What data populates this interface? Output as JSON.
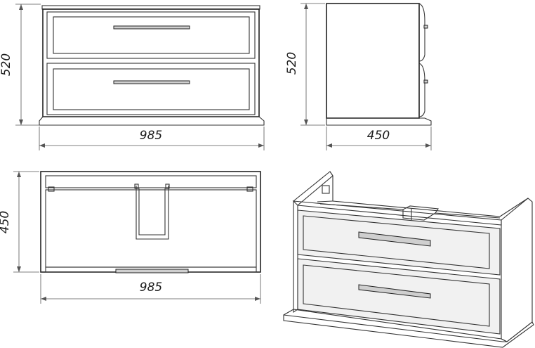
{
  "dimensions": {
    "front_width": "985",
    "front_height": "520",
    "side_depth": "450",
    "side_height": "520",
    "top_width": "985",
    "top_depth": "450"
  }
}
